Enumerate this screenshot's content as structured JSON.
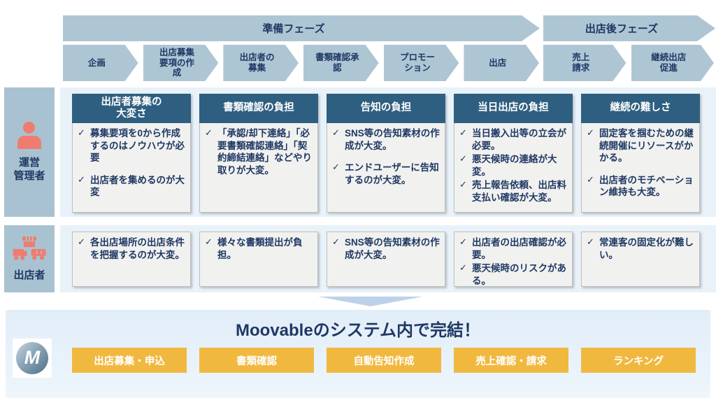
{
  "colors": {
    "navy": "#1f3864",
    "chevron-blue": "#aec6d4",
    "band-blue": "#e9f2f9",
    "sidebar-blue": "#a9c2d1",
    "salmon": "#ee7d6f",
    "header-blue": "#2f5f80",
    "card-bg": "#f1f1ef",
    "panel-blue": "#e1edf8",
    "orange": "#f1b840",
    "triangle-blue": "#bdd2e9"
  },
  "phases": [
    {
      "label": "準備フェーズ"
    },
    {
      "label": "出店後フェーズ"
    }
  ],
  "steps": [
    {
      "label": "企画",
      "phase": "prep"
    },
    {
      "label": "出店募集\n要項の作\n成",
      "phase": "prep"
    },
    {
      "label": "出店者の\n募集",
      "phase": "prep"
    },
    {
      "label": "書類確認承\n認",
      "phase": "prep"
    },
    {
      "label": "プロモー\nション",
      "phase": "prep"
    },
    {
      "label": "出店",
      "phase": "prep"
    },
    {
      "label": "売上\n請求",
      "phase": "post"
    },
    {
      "label": "継続出店\n促進",
      "phase": "post"
    }
  ],
  "check_glyph": "✓",
  "rows": [
    {
      "actor": {
        "label": "運営\n管理者",
        "icon": "person-icon"
      },
      "cards": [
        {
          "title": "出店者募集の\n大変さ",
          "bullets": [
            "募集要項を0から作成するのはノウハウが必要",
            "出店者を集めるのが大変"
          ]
        },
        {
          "title": "書類確認の負担",
          "bullets": [
            "「承認/却下連絡」「必要書類確認連絡」「契約締結連絡」などやり取りが大変。"
          ]
        },
        {
          "title": "告知の負担",
          "bullets": [
            "SNS等の告知素材の作成が大変。",
            "エンドユーザーに告知するのが大変。"
          ]
        },
        {
          "title": "当日出店の負担",
          "bullets": [
            "当日搬入出等の立会が必要。",
            "悪天候時の連絡が大変。",
            "売上報告依頼、出店料支払い確認が大変。"
          ]
        },
        {
          "title": "継続の難しさ",
          "bullets": [
            "固定客を掴むための継続開催にリソースがかかる。",
            "出店者のモチベーション維持も大変。"
          ]
        }
      ]
    },
    {
      "actor": {
        "label": "出店者",
        "icon": "food-truck-icon"
      },
      "cards": [
        {
          "bullets": [
            "各出店場所の出店条件を把握するのが大変。"
          ]
        },
        {
          "bullets": [
            "様々な書類提出が負担。"
          ]
        },
        {
          "bullets": [
            "SNS等の告知素材の作成が大変。"
          ]
        },
        {
          "bullets": [
            "出店者の出店確認が必要。",
            "悪天候時のリスクがある。"
          ]
        },
        {
          "bullets": [
            "常連客の固定化が難しい。"
          ]
        }
      ]
    }
  ],
  "solution": {
    "title": "Moovableのシステム内で完結！",
    "logo_letter": "M",
    "buttons": [
      "出店募集・申込",
      "書類確認",
      "自動告知作成",
      "売上確認・請求",
      "ランキング"
    ]
  }
}
